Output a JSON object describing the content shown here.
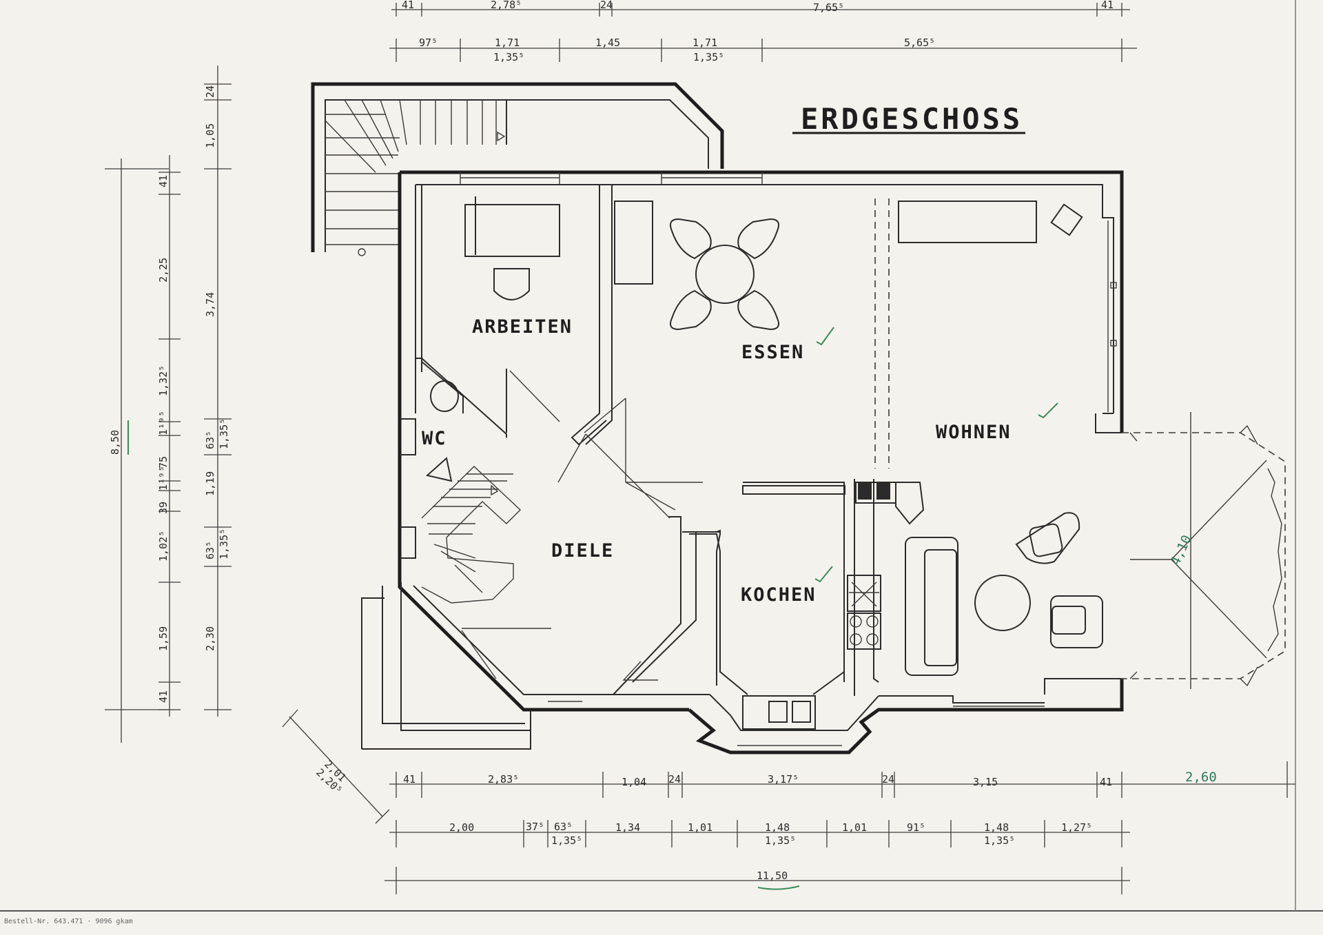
{
  "title": "ERDGESCHOSS",
  "rooms": {
    "arbeiten": "ARBEITEN",
    "essen": "ESSEN",
    "wc": "WC",
    "wohnen": "WOHNEN",
    "diele": "DIELE",
    "kochen": "KOCHEN"
  },
  "dims_top_row1": [
    "41",
    "2,78⁵",
    "24",
    "7,65⁵",
    "41"
  ],
  "dims_top_row2": [
    "97⁵",
    "1,71",
    "1,35⁵",
    "1,45",
    "1,71",
    "1,35⁵",
    "5,65⁵"
  ],
  "dims_left_outer": [
    "8,50"
  ],
  "dims_left_mid": [
    "41",
    "2,25",
    "1,32⁵",
    "1¹⁹⁵",
    "75",
    "1¹⁹⁵",
    "39",
    "1,02⁵",
    "1,59",
    "41"
  ],
  "dims_left_inner": [
    "24",
    "1,05",
    "3,74",
    "63⁵",
    "1,35⁵",
    "1,19",
    "63⁵",
    "1,35⁵",
    "2,30"
  ],
  "dims_bottom_row1": [
    "41",
    "2,83⁵",
    "1,04",
    "24",
    "3,17⁵",
    "24",
    "3,15",
    "41"
  ],
  "dims_bottom_row2": [
    "2,00",
    "37⁵",
    "63⁵",
    "1,35⁵",
    "1,34",
    "1,01",
    "1,48",
    "1,35⁵",
    "1,01",
    "91⁵",
    "1,48",
    "1,35⁵",
    "1,27⁵"
  ],
  "dims_bottom_total": "11,50",
  "dims_diagonal": [
    "2,01",
    "2,20⁵"
  ],
  "dims_terrace": [
    "2,60",
    "4,10"
  ],
  "footer_text": "Bestell-Nr. 643.471 · 9096 gkam"
}
